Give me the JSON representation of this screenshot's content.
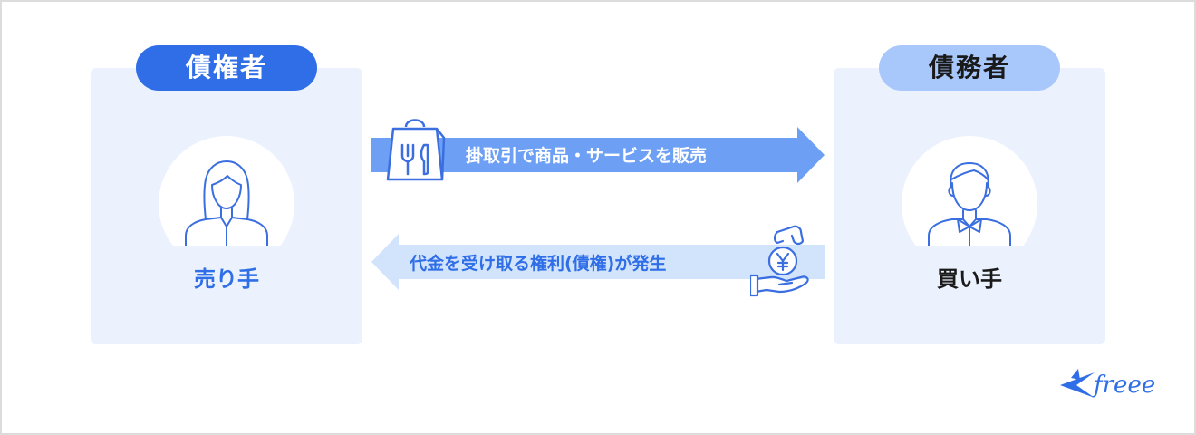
{
  "creditor": {
    "pill_label": "債権者",
    "role_label": "売り手"
  },
  "debtor": {
    "pill_label": "債務者",
    "role_label": "買い手"
  },
  "arrows": {
    "top_label": "掛取引で商品・サービスを販売",
    "bottom_label": "代金を受け取る権利(債権)が発生"
  },
  "icons": {
    "bag": "shopping-bag-icon",
    "coin": "yen-coin-hand-icon",
    "seller": "woman-avatar-icon",
    "buyer": "man-avatar-icon",
    "logo": "freee-logo-icon"
  },
  "logo": {
    "text": "freee"
  },
  "colors": {
    "primary_blue": "#2f6ee6",
    "light_blue_pill": "#a8c7fb",
    "panel_bg": "#ebf2fd",
    "arrow_top": "#6da0f4",
    "arrow_bottom": "#d2e3fc",
    "icon_stroke": "#3b6fe0",
    "text_dark": "#1a1a1a"
  }
}
